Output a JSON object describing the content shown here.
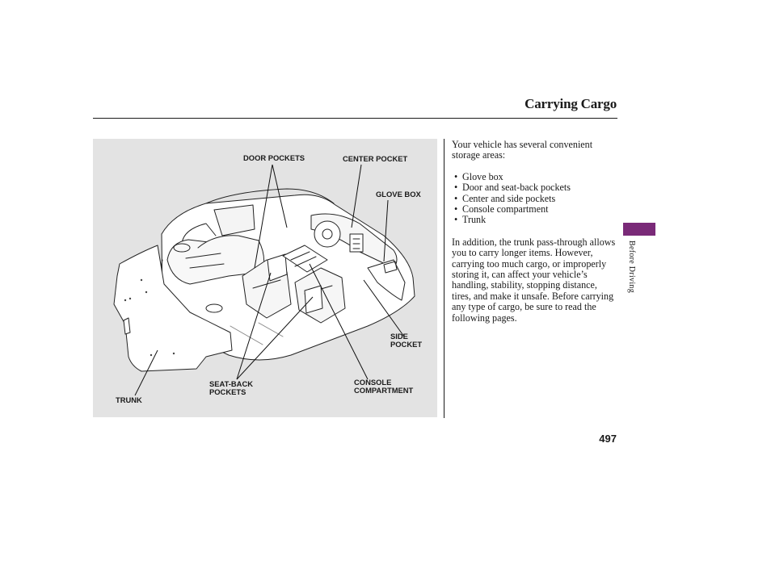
{
  "header": {
    "title": "Carrying Cargo"
  },
  "figure": {
    "callouts": {
      "door_pockets": "DOOR POCKETS",
      "center_pocket": "CENTER POCKET",
      "glove_box": "GLOVE BOX",
      "side_pocket_line1": "SIDE",
      "side_pocket_line2": "POCKET",
      "seat_back_line1": "SEAT-BACK",
      "seat_back_line2": "POCKETS",
      "console_line1": "CONSOLE",
      "console_line2": "COMPARTMENT",
      "trunk": "TRUNK"
    }
  },
  "body": {
    "intro": "Your vehicle has several convenient storage areas:",
    "bullet_glyph": "•",
    "items": [
      "Glove box",
      "Door and seat-back pockets",
      "Center and side pockets",
      "Console compartment",
      "Trunk"
    ],
    "paragraph": "In addition, the trunk pass-through allows you to carry longer items. However, carrying too much cargo, or improperly storing it, can affect your vehicle’s handling, stability, stopping distance, tires, and make it unsafe. Before carrying any type of cargo, be sure to read the following pages."
  },
  "sidebar": {
    "section_label": "Before Driving",
    "tab_color": "#7a2a78"
  },
  "footer": {
    "page_number": "497"
  }
}
